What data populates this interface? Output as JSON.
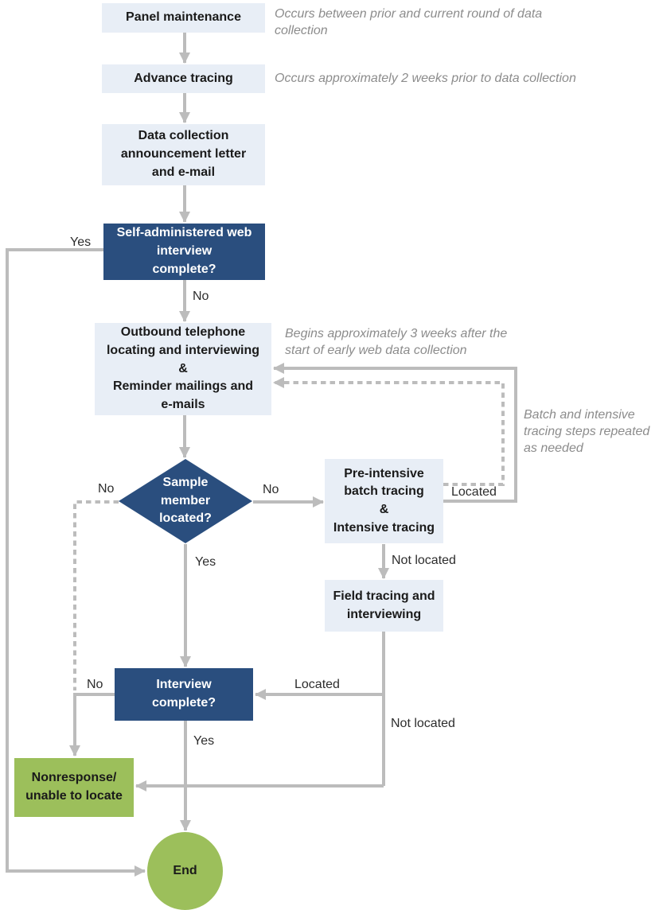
{
  "colors": {
    "dark_blue": "#2A4E7E",
    "light_box": "#E8EEF6",
    "green": "#9CBF5B",
    "line_gray": "#BCBCBC",
    "note_gray": "#8C8C8C"
  },
  "nodes": {
    "panel_maintenance": {
      "label": "Panel maintenance"
    },
    "advance_tracing": {
      "label": "Advance tracing"
    },
    "announcement_letter": {
      "label": "Data collection\nannouncement letter\nand e-mail"
    },
    "web_interview_complete": {
      "label": "Self-administered web\ninterview\ncomplete?"
    },
    "outbound_telephone": {
      "label": "Outbound telephone\nlocating and interviewing\n&\nReminder mailings and\ne-mails"
    },
    "sample_member_located": {
      "label": "Sample\nmember\nlocated?"
    },
    "batch_intensive_tracing": {
      "label": "Pre-intensive\nbatch tracing\n&\nIntensive tracing"
    },
    "field_tracing": {
      "label": "Field tracing and\ninterviewing"
    },
    "interview_complete": {
      "label": "Interview\ncomplete?"
    },
    "nonresponse": {
      "label": "Nonresponse/\nunable to locate"
    },
    "end": {
      "label": "End"
    }
  },
  "notes": {
    "panel_maintenance": "Occurs between prior and current round of data\ncollection",
    "advance_tracing": "Occurs approximately 2 weeks prior to data collection",
    "outbound_telephone": "Begins approximately 3 weeks after the\nstart of early web data collection",
    "tracing_loop": "Batch and intensive\ntracing steps repeated\nas needed"
  },
  "edge_labels": {
    "web_yes": "Yes",
    "web_no": "No",
    "diamond_no_left": "No",
    "diamond_no_right": "No",
    "batch_located": "Located",
    "batch_not_located": "Not located",
    "diamond_yes": "Yes",
    "interview_no": "No",
    "field_located": "Located",
    "field_not_located": "Not located",
    "interview_yes": "Yes"
  }
}
